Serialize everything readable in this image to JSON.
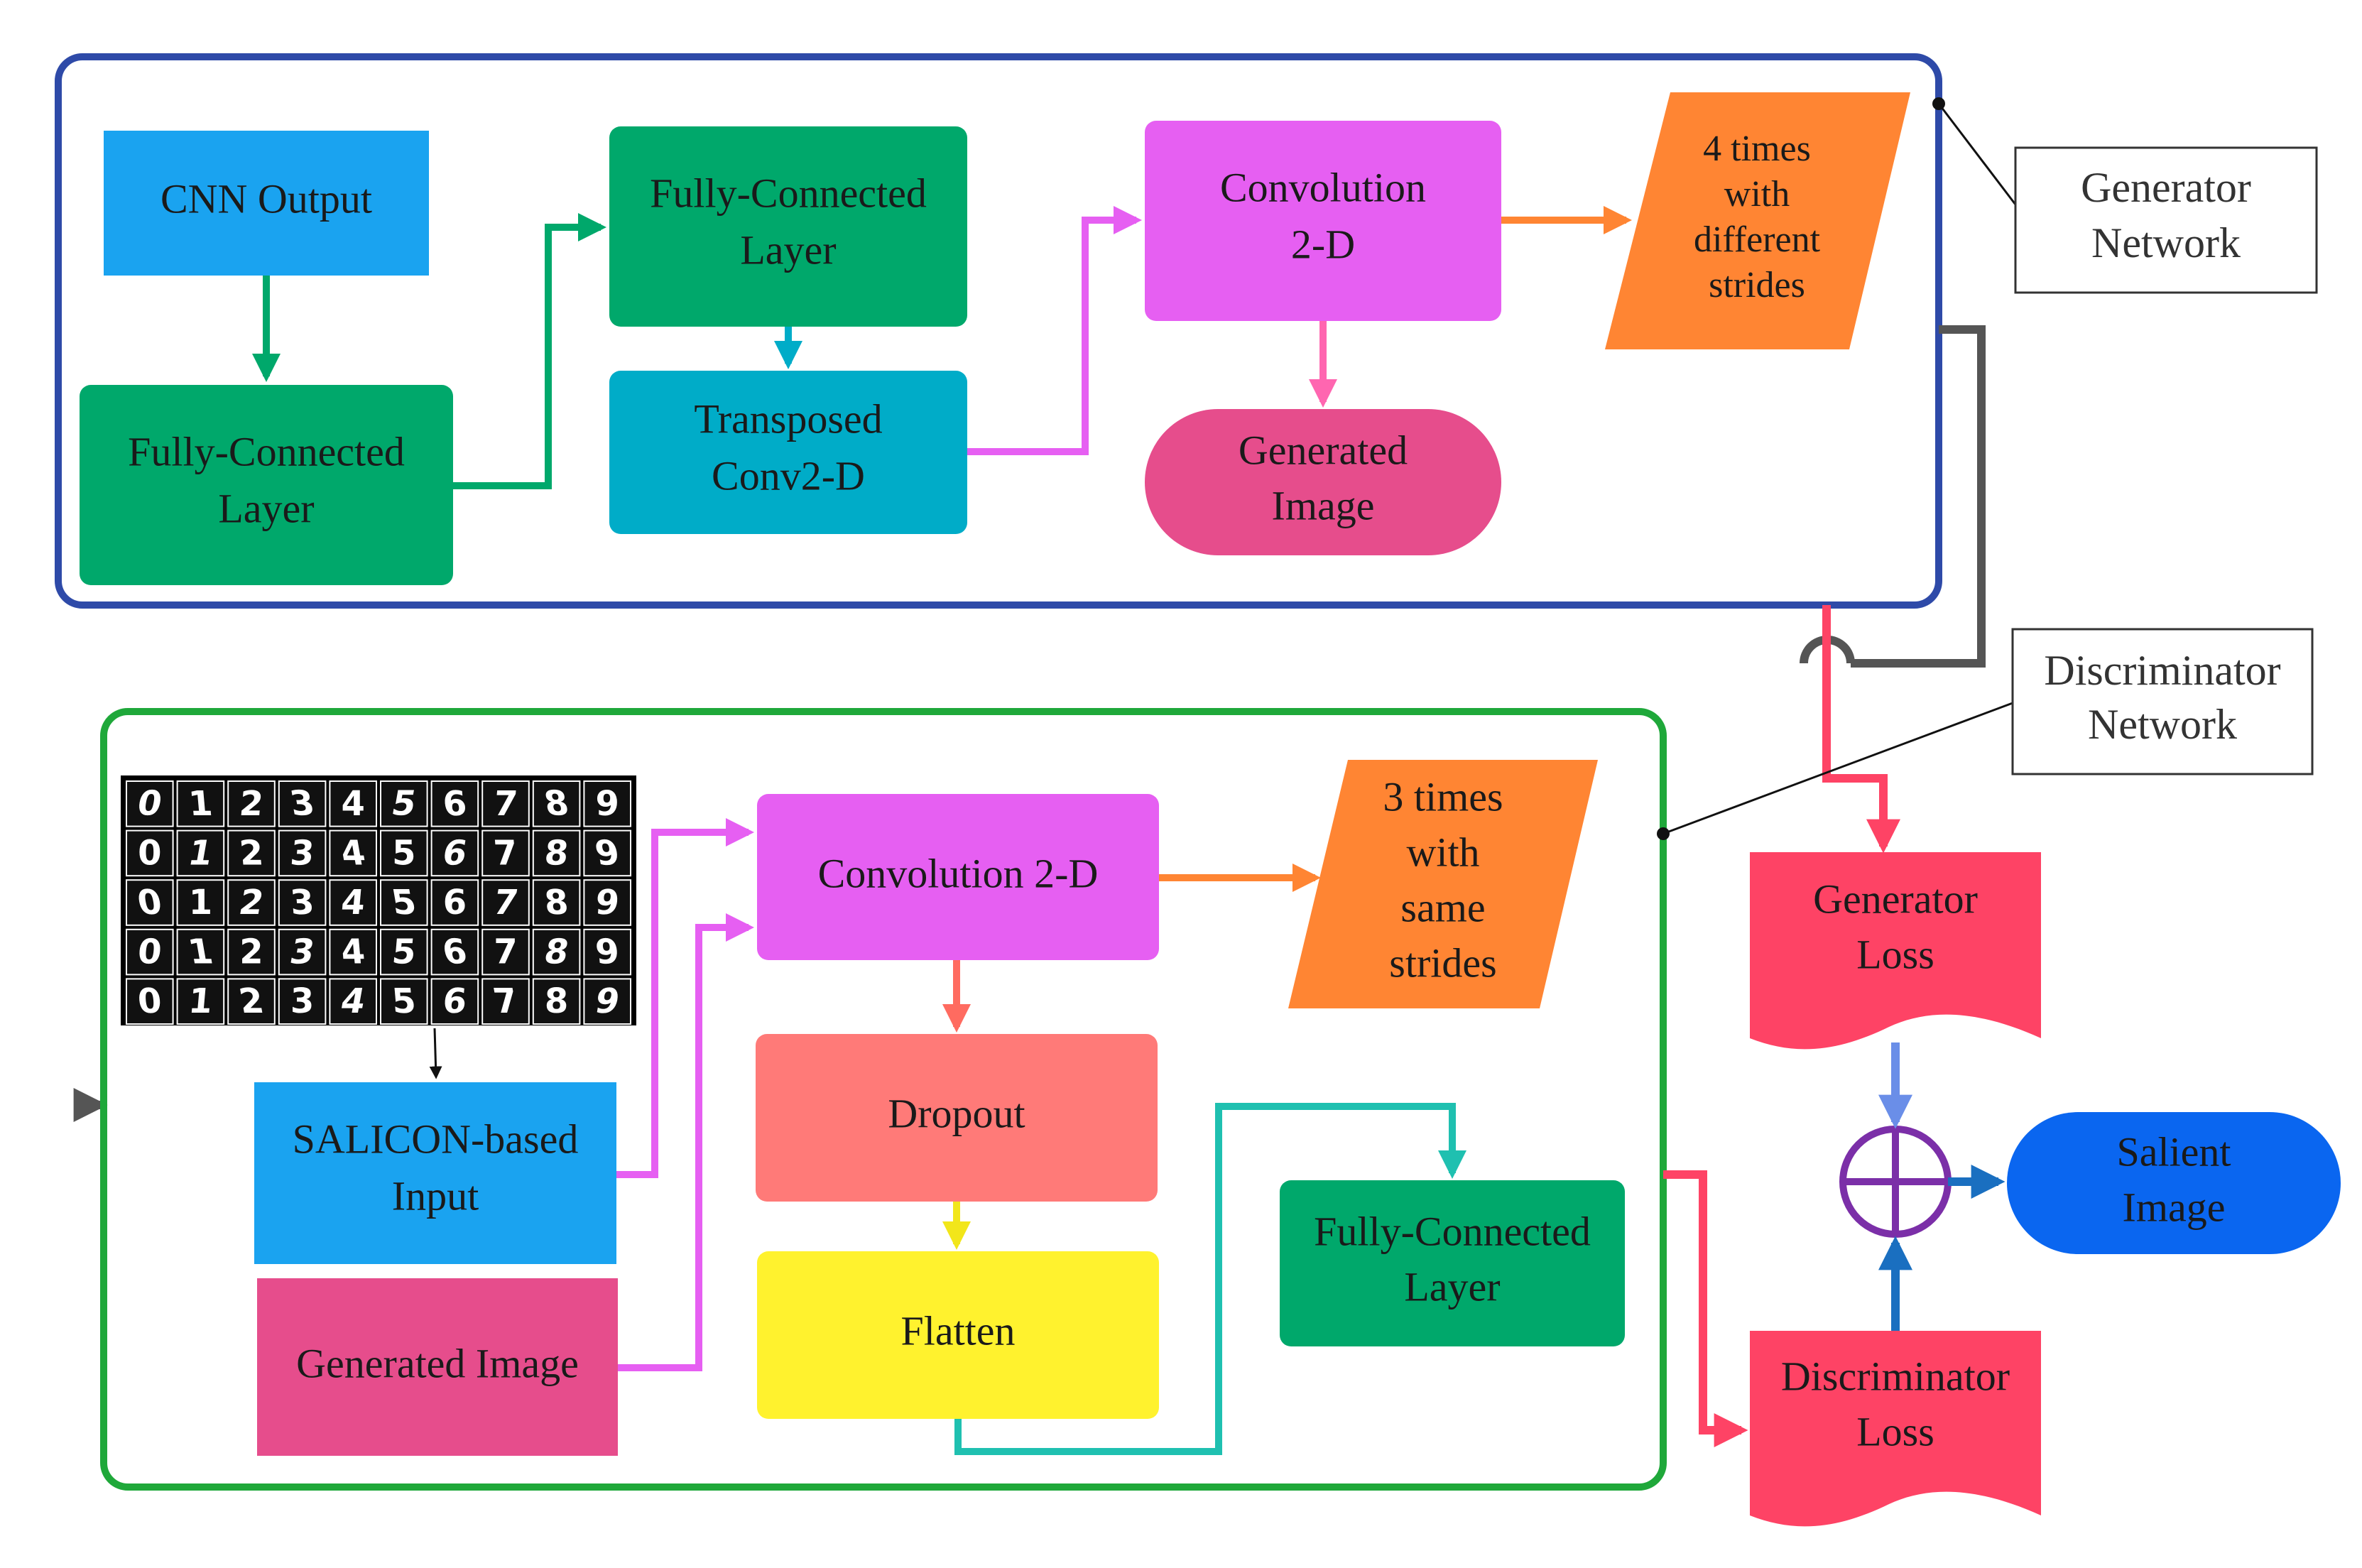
{
  "generator": {
    "cnn_output": "CNN Output",
    "fc_layer_left": [
      "Fully-Connected",
      "Layer"
    ],
    "fc_layer_mid": [
      "Fully-Connected",
      "Layer"
    ],
    "transposed_conv": [
      "Transposed",
      "Conv2-D"
    ],
    "convolution": [
      "Convolution",
      "2-D"
    ],
    "repeat_note": [
      "4 times",
      "with",
      "different",
      "strides"
    ],
    "generated_image": [
      "Generated",
      "Image"
    ]
  },
  "discriminator": {
    "salicon_input": [
      "SALICON-based",
      "Input"
    ],
    "generated_image": "Generated Image",
    "convolution": "Convolution 2-D",
    "repeat_note": [
      "3 times",
      "with",
      "same",
      "strides"
    ],
    "dropout": "Dropout",
    "flatten": "Flatten",
    "fc_layer": [
      "Fully-Connected",
      "Layer"
    ],
    "digit_grid": [
      "0",
      "1",
      "2",
      "3",
      "4",
      "5",
      "6",
      "7",
      "8",
      "9"
    ]
  },
  "outputs": {
    "generator_loss": [
      "Generator",
      "Loss"
    ],
    "discriminator_loss": [
      "Discriminator",
      "Loss"
    ],
    "salient_image": [
      "Salient",
      "Image"
    ]
  },
  "labels": {
    "generator_network": [
      "Generator",
      "Network"
    ],
    "discriminator_network": [
      "Discriminator",
      "Network"
    ]
  },
  "colors": {
    "generator_border": "#2e4aa8",
    "discriminator_border": "#1fa83a",
    "cnn_output": "#1aa3f0",
    "fc_green": "#00a86b",
    "teal": "#00acc8",
    "magenta": "#e65ff2",
    "orange": "#ff8533",
    "pink": "#e64d8c",
    "salmon": "#ff7a78",
    "yellow": "#fff22e",
    "red": "#fe4365",
    "blue_salient": "#0a66f0",
    "plus_circle": "#7b2fa8"
  }
}
